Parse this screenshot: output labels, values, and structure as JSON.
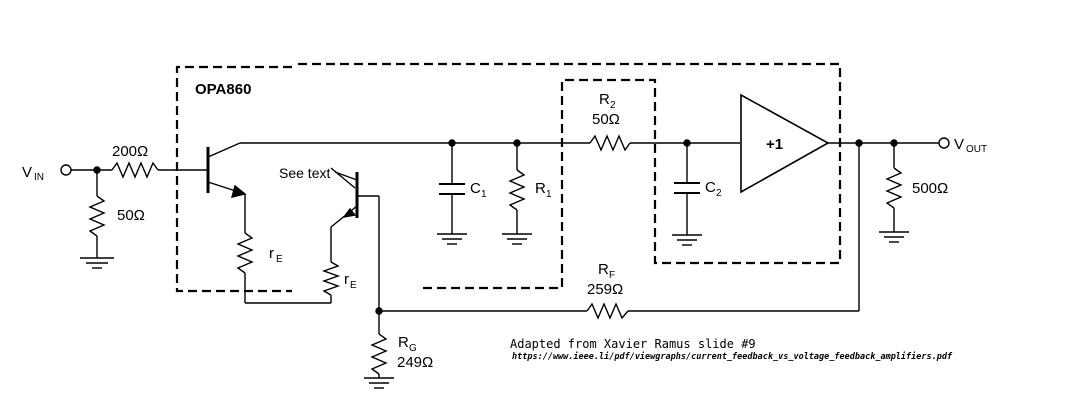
{
  "diagram": {
    "block_label": "OPA860",
    "vin": {
      "main": "V",
      "sub": "IN"
    },
    "vout": {
      "main": "V",
      "sub": "OUT"
    },
    "r_in_series": "200Ω",
    "r_in_shunt": "50Ω",
    "re1": {
      "main": "r",
      "sub": "E"
    },
    "re2": {
      "main": "r",
      "sub": "E"
    },
    "see_text": "See text",
    "c1": {
      "main": "C",
      "sub": "1"
    },
    "r1": {
      "main": "R",
      "sub": "1"
    },
    "r2": {
      "main": "R",
      "sub": "2",
      "value": "50Ω"
    },
    "c2": {
      "main": "C",
      "sub": "2"
    },
    "buffer": "+1",
    "r_load": "500Ω",
    "rf": {
      "main": "R",
      "sub": "F",
      "value": "259Ω"
    },
    "rg": {
      "main": "R",
      "sub": "G",
      "value": "249Ω"
    }
  },
  "caption": {
    "credit": "Adapted from Xavier Ramus slide #9",
    "url": "https://www.ieee.li/pdf/viewgraphs/current_feedback_vs_voltage_feedback_amplifiers.pdf"
  }
}
